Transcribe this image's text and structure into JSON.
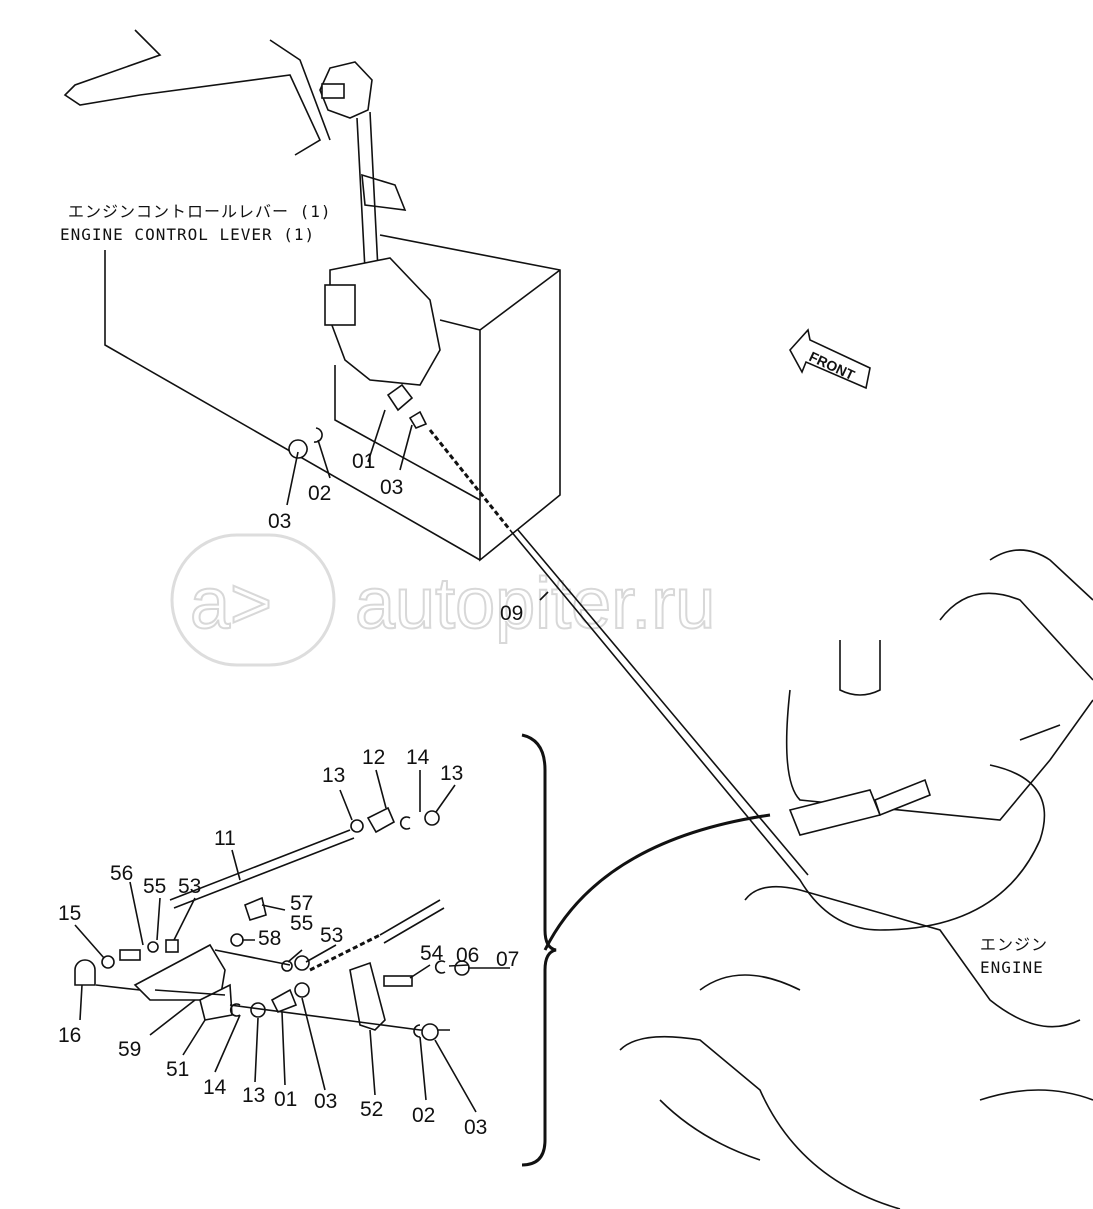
{
  "diagram": {
    "lever_caption_jp": "エンジンコントロールレバー (1)",
    "lever_caption_en": "ENGINE CONTROL LEVER (1)",
    "front_arrow_label": "FRONT",
    "engine_label_jp": "エンジン",
    "engine_label_en": "ENGINE",
    "watermark": "autopiter.ru",
    "upper_parts": [
      "01",
      "03",
      "02",
      "03",
      "09"
    ],
    "lower_parts": [
      "13",
      "12",
      "14",
      "13",
      "11",
      "56",
      "55",
      "53",
      "57",
      "15",
      "58",
      "55",
      "53",
      "54",
      "06",
      "07",
      "16",
      "59",
      "51",
      "14",
      "13",
      "01",
      "03",
      "52",
      "02",
      "03"
    ]
  }
}
